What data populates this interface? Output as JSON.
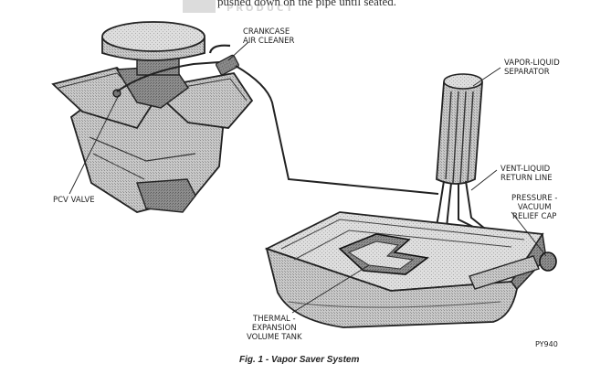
{
  "header": {
    "text": "pushed down on the pipe until seated.",
    "watermark": "PRODUCT"
  },
  "labels": {
    "crankcase_air_cleaner": "CRANKCASE\nAIR CLEANER",
    "vapor_liquid_separator": "VAPOR-LIQUID\nSEPARATOR",
    "vent_liquid_return_line": "VENT-LIQUID\nRETURN LINE",
    "pressure_vacuum_relief_cap": "PRESSURE -\nVACUUM\nRELIEF CAP",
    "pcv_valve": "PCV VALVE",
    "thermal_expansion_volume_tank": "THERMAL -\nEXPANSION\nVOLUME TANK"
  },
  "figure_code": "PY940",
  "caption": "Fig. 1 - Vapor Saver System"
}
